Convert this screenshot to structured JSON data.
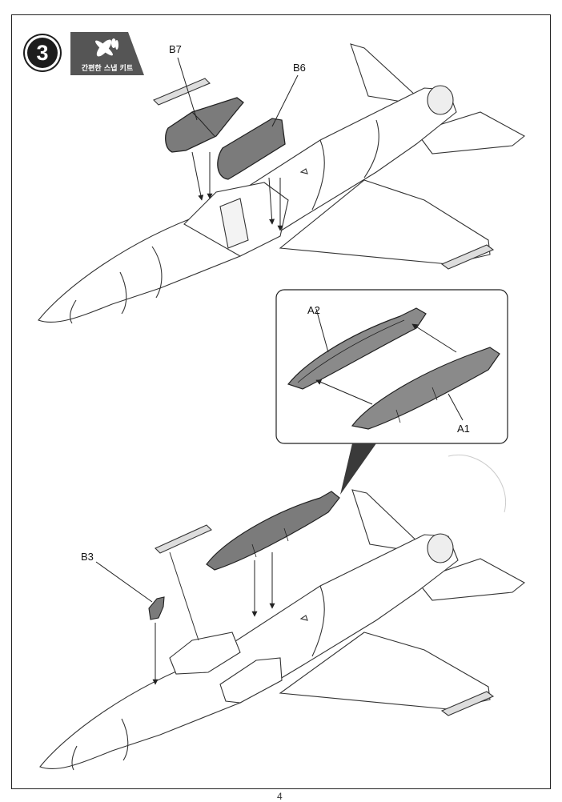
{
  "step": {
    "number": "3"
  },
  "badge": {
    "text": "간편한 스냅 키트",
    "icon": "airplane-icon"
  },
  "top_assembly": {
    "labels": [
      "B7",
      "B6"
    ]
  },
  "detail_inset": {
    "labels": [
      "A2",
      "A1"
    ]
  },
  "bottom_assembly": {
    "labels": [
      "B3"
    ]
  },
  "colors": {
    "part_fill": "#7b7b7b",
    "part_dark": "#5a5a5a",
    "line": "#222222",
    "badge_bg": "#555555"
  },
  "footer": {
    "page_number": "4"
  }
}
